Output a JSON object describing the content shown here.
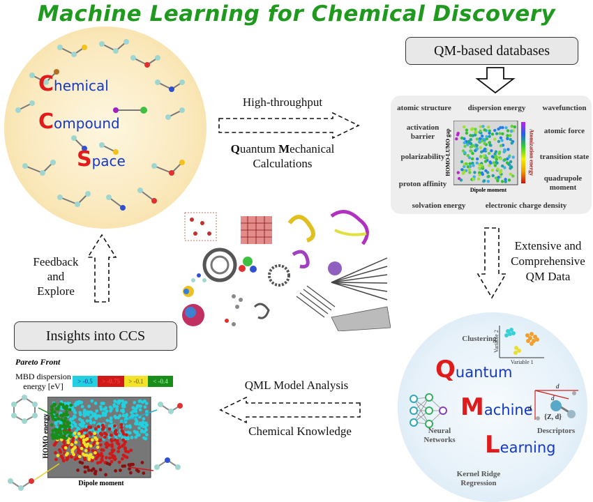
{
  "title": "Machine Learning for Chemical Discovery",
  "ccs": {
    "words": [
      {
        "cap": "C",
        "rest": "hemical"
      },
      {
        "cap": "C",
        "rest": "ompound"
      },
      {
        "cap": "S",
        "rest": "pace"
      }
    ]
  },
  "top_arrow": {
    "label_top": "High-throughput",
    "label_bottom_b1": "Q",
    "label_bottom_r1": "uantum ",
    "label_bottom_b2": "M",
    "label_bottom_r2": "echanical",
    "label_bottom_line2": "Calculations"
  },
  "qm_databases": {
    "box_label": "QM-based databases",
    "properties": [
      "atomic structure",
      "dispersion energy",
      "wavefunction",
      "activation barrier",
      "atomic force",
      "polarizability",
      "transition state",
      "proton affinity",
      "quadrupole moment",
      "solvation energy",
      "electronic charge density"
    ],
    "inset_xlabel": "Dipole moment",
    "inset_ylabel": "HOMO-LUMO gap",
    "inset_colorbar_label": "Atomization energy"
  },
  "right_arrow": {
    "line1": "Extensive and",
    "line2": "Comprehensive",
    "line3": "QM Data"
  },
  "qml": {
    "words": [
      {
        "cap": "Q",
        "rest": "uantum"
      },
      {
        "cap": "M",
        "rest": "achine"
      },
      {
        "cap": "L",
        "rest": "earning"
      }
    ],
    "clustering": "Clustering",
    "variable1": "Variable 1",
    "variable2": "Variable 2",
    "neural_networks_l1": "Neural",
    "neural_networks_l2": "Networks",
    "descriptors": "Descriptors",
    "descriptor_set": "{Z, d}",
    "kernel_l1": "Kernel Ridge",
    "kernel_l2": "Regression",
    "d1": "d",
    "d2": "d",
    "d3": "d"
  },
  "bottom_arrow": {
    "label_top": "QML Model Analysis",
    "label_bottom": "Chemical Knowledge"
  },
  "left_arrow": {
    "line1": "Feedback",
    "line2": "and",
    "line3": "Explore"
  },
  "insights": {
    "box_label": "Insights into CCS",
    "pareto_front": "Pareto Front",
    "mbd_l1": "MBD dispersion",
    "mbd_l2": "energy [eV]",
    "legend": [
      {
        "label": "> -0.5",
        "color": "#22d0e0",
        "text_color": "#1a1aa0"
      },
      {
        "label": "> -0.75",
        "color": "#d01818",
        "text_color": "#ff4040"
      },
      {
        "label": "> -0.1",
        "color": "#f2e22a",
        "text_color": "#555500"
      },
      {
        "label": "< -0.4",
        "color": "#1a8c1a",
        "text_color": "#a0ffa0"
      }
    ],
    "xlabel": "Dipole moment",
    "ylabel": "HOMO energy"
  },
  "colors": {
    "title_green": "#1f9a1f",
    "accent_red": "#e01b1b",
    "accent_blue": "#1438c8"
  }
}
